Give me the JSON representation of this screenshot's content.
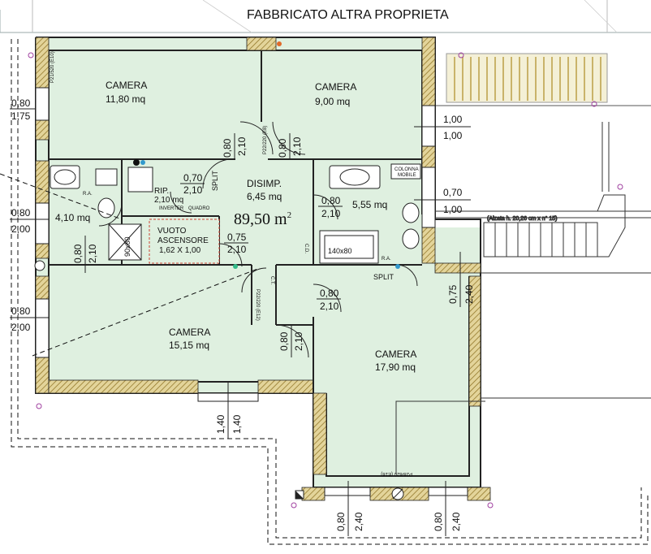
{
  "header": {
    "neighbor_title": "FABBRICATO ALTRA PROPRIETA"
  },
  "rooms": [
    {
      "name": "CAMERA",
      "area": "11,80 mq"
    },
    {
      "name": "CAMERA",
      "area": "9,00 mq"
    },
    {
      "name": "DISIMP.",
      "area": "6,45 mq"
    },
    {
      "name": "",
      "area": "4,10 mq"
    },
    {
      "name": "",
      "area": "5,55 mq"
    },
    {
      "name": "RIP.",
      "area": "2,10 mq"
    },
    {
      "name": "CAMERA",
      "area": "15,15 mq"
    },
    {
      "name": "CAMERA",
      "area": "17,90 mq"
    }
  ],
  "total_area": {
    "value": "89,50 m",
    "exp": "2"
  },
  "elevator": {
    "line1": "VUOTO",
    "line2": "ASCENSORE",
    "line3": "1,62 X 1,00"
  },
  "labels": {
    "split": "SPLIT",
    "split_bottom": "SPLIT",
    "colonna": "COLONNA",
    "mobile": "MOBILE",
    "shower_left": "90x80",
    "shower_right": "140x80",
    "ra_left": "R.A.",
    "ra_right": "R.A.",
    "stairs_note": "(Alzata h. 20,26 cm x n° 15)",
    "cd_1": "C.D.",
    "cd_2": "C.T.",
    "quadro": "QUADRO",
    "inverter": "INVERTER",
    "win_e10_top": "P21/520 (E10)",
    "win_e8": "P22/220 (E8)",
    "win_e12": "P22/220 (E12)",
    "win_e16": "P28/620 (E16)"
  },
  "dimensions": [
    "0,80",
    "1,75",
    "1,00",
    "1,00",
    "0,70",
    "1,00",
    "0,80",
    "2,00",
    "0,80",
    "2,00",
    "0,75",
    "2,40",
    "1,40",
    "1,40",
    "0,80",
    "2,40",
    "0,80",
    "2,40",
    "0,80",
    "2,10",
    "0,80",
    "2,10",
    "0,70",
    "2,10",
    "0,80",
    "2,10",
    "0,75",
    "2,10",
    "0,80",
    "2,10",
    "0,80",
    "2,10",
    "0,80",
    "2,10"
  ],
  "colors": {
    "floor": "#dff0e0",
    "wall": "#222222",
    "hatch": "#c7a64a",
    "dashed": "#111111",
    "marker": "#a040a0"
  }
}
